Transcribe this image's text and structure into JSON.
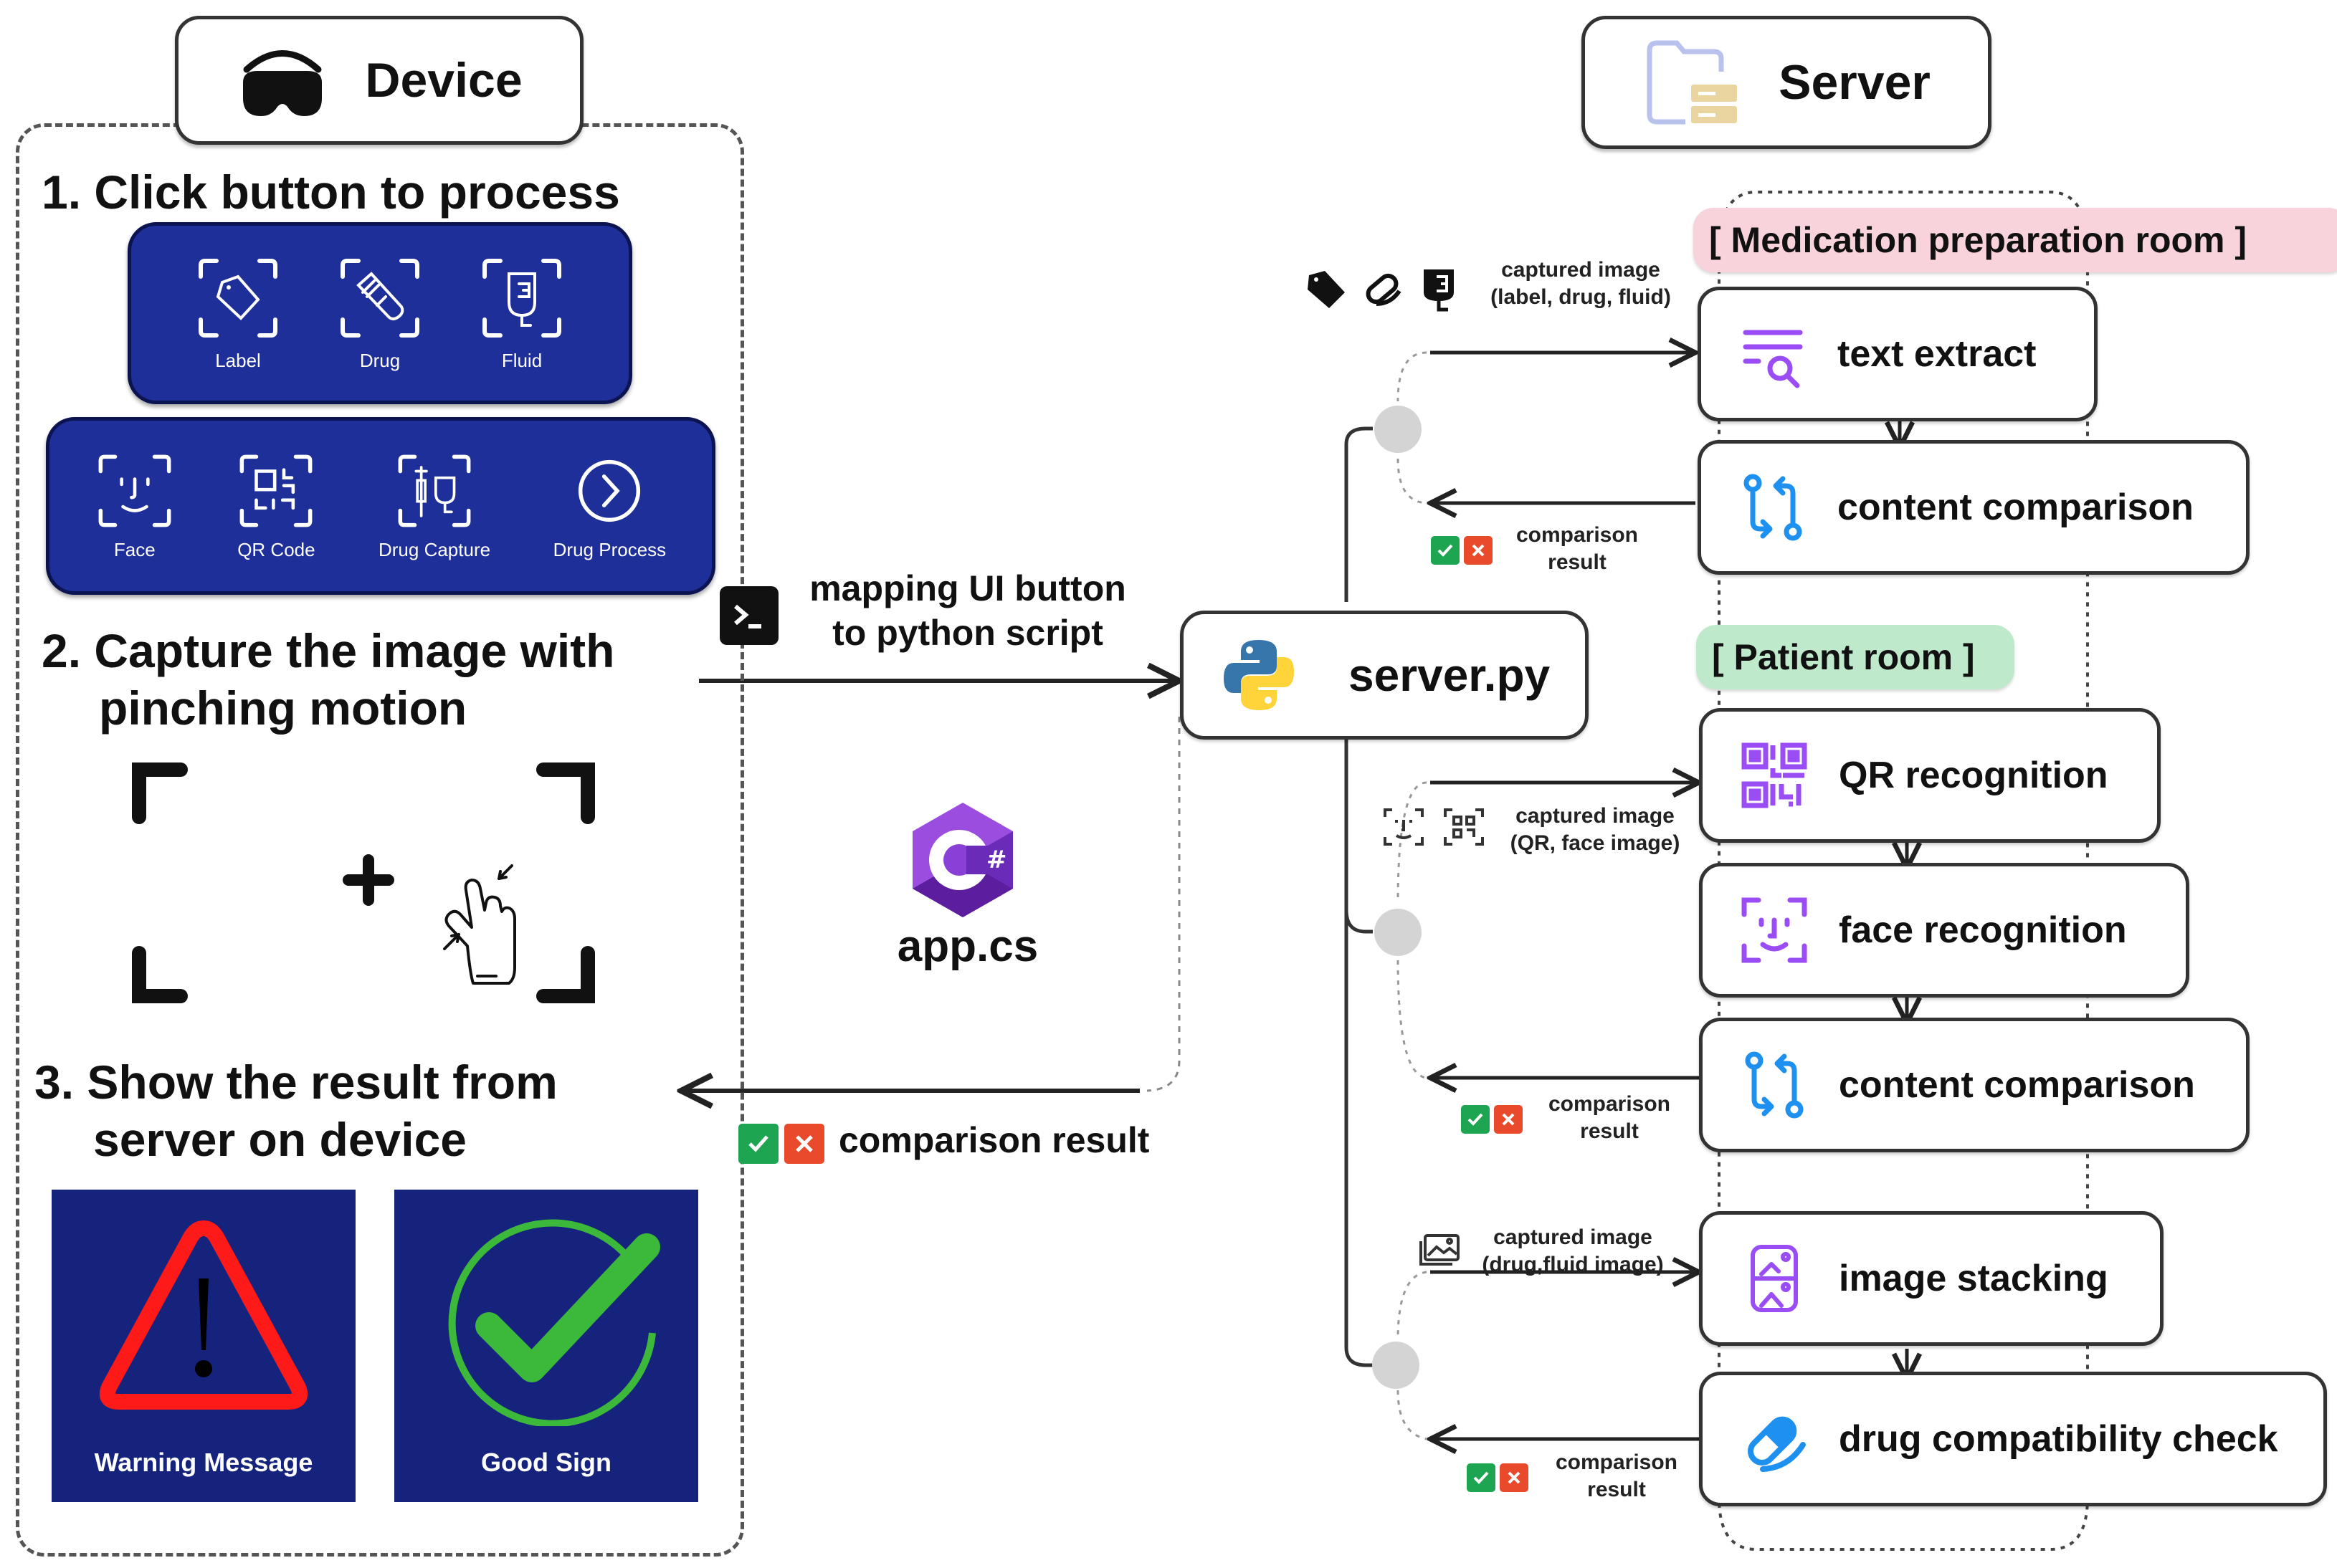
{
  "device": {
    "title": "Device",
    "icon": "vr-headset-icon",
    "step1": {
      "title": "1. Click button to process",
      "row1": [
        {
          "label": "Label",
          "icon": "tag-scan-icon"
        },
        {
          "label": "Drug",
          "icon": "ampoule-scan-icon"
        },
        {
          "label": "Fluid",
          "icon": "iv-bag-scan-icon"
        }
      ],
      "row2": [
        {
          "label": "Face",
          "icon": "face-scan-icon"
        },
        {
          "label": "QR Code",
          "icon": "qr-scan-icon"
        },
        {
          "label": "Drug Capture",
          "icon": "syringe-scan-icon"
        },
        {
          "label": "Drug Process",
          "icon": "chevron-circle-icon"
        }
      ]
    },
    "step2": {
      "title_line1": "2. Capture the image with",
      "title_line2": "pinching motion",
      "icon": "pinch-gesture-icon"
    },
    "step3": {
      "title_line1": "3. Show the result from",
      "title_line2": "server on device",
      "cards": [
        {
          "label": "Warning Message",
          "icon": "warning-triangle-icon"
        },
        {
          "label": "Good Sign",
          "icon": "check-circle-icon"
        }
      ]
    }
  },
  "middle": {
    "mapping_line1": "mapping UI button",
    "mapping_line2": "to python script",
    "terminal_icon": "terminal-icon",
    "app_label": "app.cs",
    "app_icon": "csharp-logo-icon",
    "result_label": "comparison result"
  },
  "server": {
    "title": "Server",
    "icon": "server-folder-icon",
    "script": "server.py",
    "script_icon": "python-logo-icon",
    "rooms": [
      {
        "name": "[ Medication preparation room ]",
        "color": "#f8d3dc",
        "input_line1": "captured image",
        "input_line2": "(label, drug, fluid)",
        "output_line1": "comparison",
        "output_line2": "result",
        "steps": [
          {
            "label": "text extract",
            "icon": "text-search-icon",
            "color": "#9b4df5"
          },
          {
            "label": "content comparison",
            "icon": "compare-arrows-icon",
            "color": "#1e90f0"
          }
        ]
      },
      {
        "name": "[ Patient room ]",
        "color": "#bfe9cb",
        "input_line1": "captured image",
        "input_line2": "(QR, face image)",
        "output_line1": "comparison",
        "output_line2": "result",
        "steps": [
          {
            "label": "QR recognition",
            "icon": "qr-code-icon",
            "color": "#9b4df5"
          },
          {
            "label": "face recognition",
            "icon": "face-id-icon",
            "color": "#9b4df5"
          },
          {
            "label": "content comparison",
            "icon": "compare-arrows-icon",
            "color": "#1e90f0"
          }
        ]
      },
      {
        "name": "",
        "input_line1": "captured image",
        "input_line2": "(drug,fluid image)",
        "output_line1": "comparison",
        "output_line2": "result",
        "steps": [
          {
            "label": "image stacking",
            "icon": "image-stack-icon",
            "color": "#9b4df5"
          },
          {
            "label": "drug compatibility check",
            "icon": "pill-capsule-icon",
            "color": "#1e90f0"
          }
        ]
      }
    ]
  },
  "colors": {
    "panel_blue": "#1e2f9a",
    "card_blue": "#15237d",
    "check_green": "#1ea552",
    "cross_red": "#e84a2b",
    "warning_red": "#ff1a1a",
    "good_green": "#3cb83a"
  }
}
